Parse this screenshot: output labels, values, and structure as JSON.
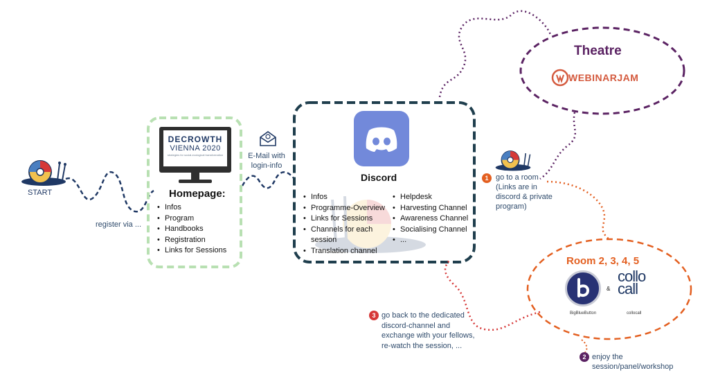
{
  "start_label": "START",
  "register_label": "register via ...",
  "email_label": [
    "E-Mail with",
    "login-info"
  ],
  "homepage": {
    "brand_line1": "DECROWTH",
    "brand_line2": "VIENNA 2020",
    "brand_line3": "strategies for social-ecological transformation",
    "title": "Homepage:",
    "items": [
      "Infos",
      "Program",
      "Handbooks",
      "Registration",
      "Links for Sessions"
    ]
  },
  "discord": {
    "title": "Discord",
    "items_left": [
      "Infos",
      "Programme-Overview",
      "Links for Sessions",
      "Channels for each",
      "session",
      "Translation channel"
    ],
    "items_right": [
      "Helpdesk",
      "Harvesting Channel",
      "Awareness Channel",
      "Socialising Channel",
      "..."
    ]
  },
  "theatre": {
    "title": "Theatre",
    "brand": "WEBINARJAM"
  },
  "room": {
    "title": "Room 2, 3, 4, 5",
    "ampersand": "&",
    "bbb_caption": "BigBlueButton",
    "collo_logo": [
      "collo",
      "call"
    ],
    "collo_caption": "collocall"
  },
  "steps": [
    {
      "number": "1",
      "text": [
        "go to a room",
        "(Links are in",
        "discord & private",
        "program)"
      ]
    },
    {
      "number": "2",
      "text": [
        "enjoy the",
        "session/panel/workshop"
      ]
    },
    {
      "number": "3",
      "text": [
        "go back to the dedicated",
        "discord-channel and",
        "exchange with your fellows,",
        "re-watch the session, ..."
      ]
    }
  ],
  "colors": {
    "navy": "#1f3864",
    "green_dash": "#a8d5a2",
    "discord_border": "#1f3e4d",
    "purple": "#5b2363",
    "orange": "#e35f20",
    "discord_blurple": "#7289da",
    "bbb_blue": "#283274",
    "webinarjam_red": "#d45a3e"
  },
  "icons": [
    "snail-icon",
    "envelope-icon",
    "monitor-icon",
    "discord-logo-icon",
    "webinarjam-logo-icon",
    "bigbluebutton-logo-icon"
  ]
}
